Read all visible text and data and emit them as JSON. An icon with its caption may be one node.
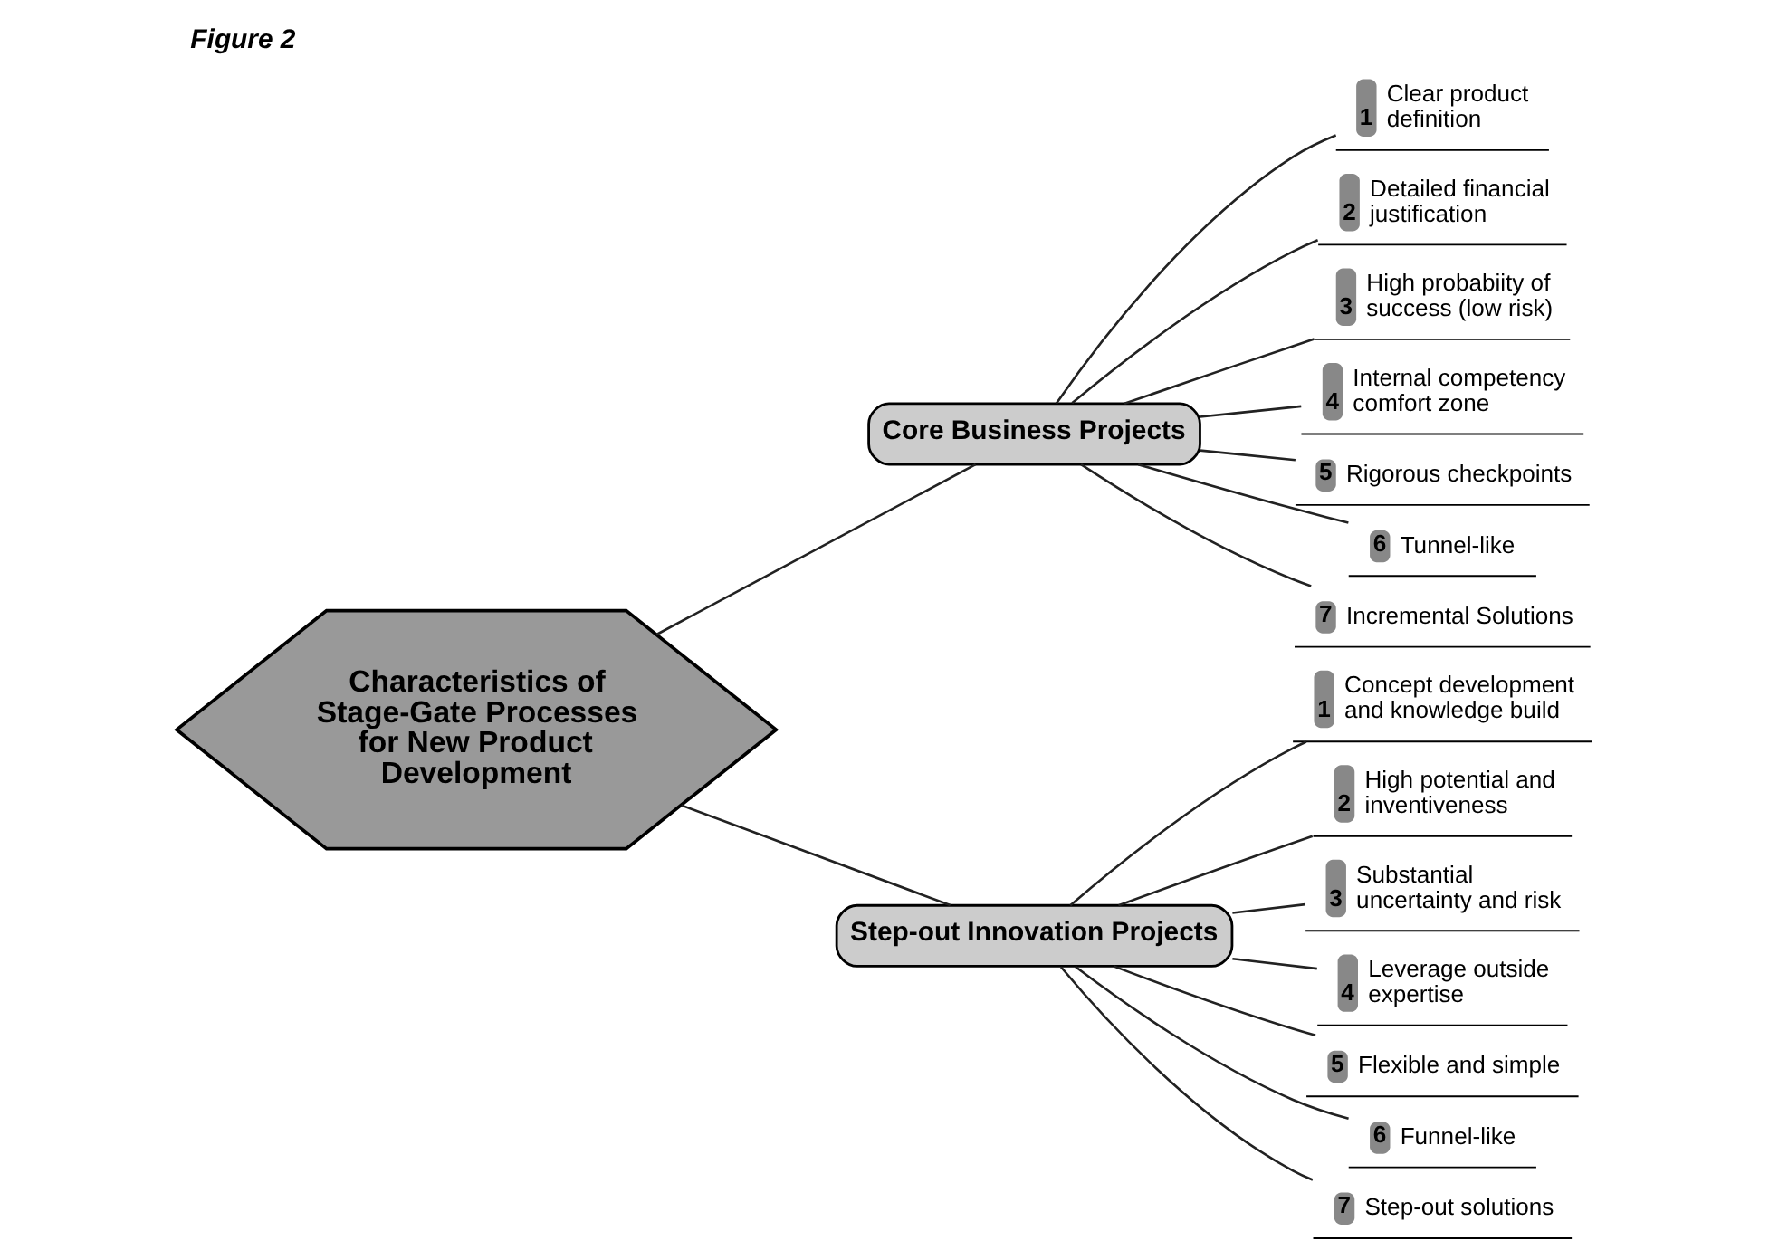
{
  "diagram": {
    "title": "Figure 2",
    "nodes": [
      {
        "text": [
          "Characteristics of Stage-Gate Processes for New Product Development"
        ]
      },
      {
        "text": [
          "Core Business Projects"
        ]
      },
      {
        "text": [
          "Step-out Innovation Projects"
        ]
      },
      {
        "text": [
          "1",
          "Clear product definition"
        ]
      },
      {
        "text": [
          "2",
          "Detailed financial justification"
        ]
      },
      {
        "text": [
          "3",
          "High probabiity of success (low risk)"
        ]
      },
      {
        "text": [
          "4",
          "Internal competency comfort zone"
        ]
      },
      {
        "text": [
          "5",
          "Rigorous checkpoints"
        ]
      },
      {
        "text": [
          "6",
          "Tunnel-like"
        ]
      },
      {
        "text": [
          "7",
          "Incremental Solutions"
        ]
      },
      {
        "text": [
          "1",
          "Concept development and knowledge build"
        ]
      },
      {
        "text": [
          "2",
          "High potential and inventiveness"
        ]
      },
      {
        "text": [
          "3",
          "Substantial uncertainty and risk"
        ]
      },
      {
        "text": [
          "4",
          "Leverage outside expertise"
        ]
      },
      {
        "text": [
          "5",
          "Flexible and simple"
        ]
      },
      {
        "text": [
          "6",
          "Funnel-like"
        ]
      },
      {
        "text": [
          "7",
          "Step-out solutions"
        ]
      }
    ],
    "edges": [
      {
        "from": 0,
        "to": 1,
        "arrow": "none"
      },
      {
        "from": 0,
        "to": 2,
        "arrow": "none"
      },
      {
        "from": 1,
        "to": 3,
        "arrow": "none"
      },
      {
        "from": 1,
        "to": 4,
        "arrow": "none"
      },
      {
        "from": 1,
        "to": 5,
        "arrow": "none"
      },
      {
        "from": 1,
        "to": 6,
        "arrow": "none"
      },
      {
        "from": 1,
        "to": 7,
        "arrow": "none"
      },
      {
        "from": 1,
        "to": 8,
        "arrow": "none"
      },
      {
        "from": 1,
        "to": 9,
        "arrow": "none"
      },
      {
        "from": 2,
        "to": 10,
        "arrow": "none"
      },
      {
        "from": 2,
        "to": 11,
        "arrow": "none"
      },
      {
        "from": 2,
        "to": 12,
        "arrow": "none"
      },
      {
        "from": 2,
        "to": 13,
        "arrow": "none"
      },
      {
        "from": 2,
        "to": 14,
        "arrow": "none"
      },
      {
        "from": 2,
        "to": 15,
        "arrow": "none"
      },
      {
        "from": 2,
        "to": 16,
        "arrow": "none"
      }
    ]
  }
}
